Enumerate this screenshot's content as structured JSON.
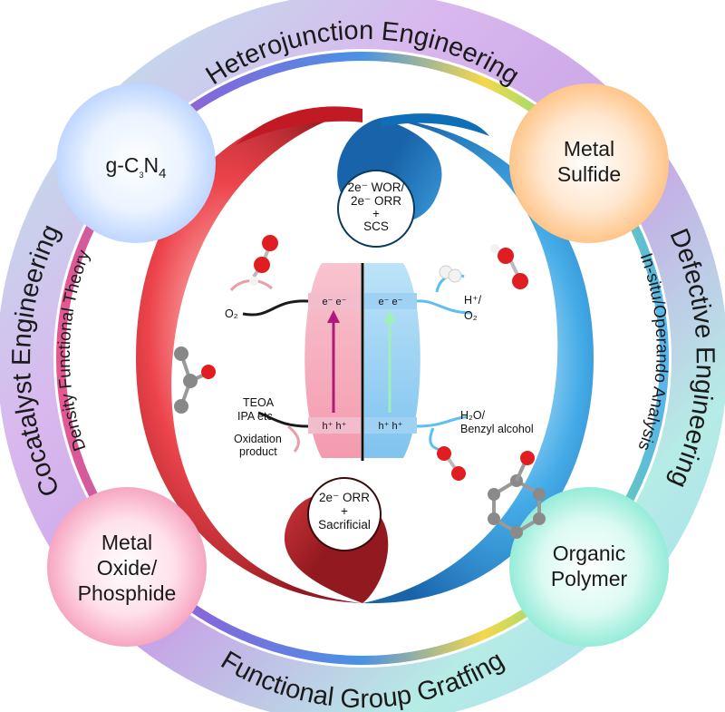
{
  "ring": {
    "top": "Heterojunction Engineering",
    "left": "Cocatalyst Engineering",
    "right": "Defective Engineering",
    "bottom": "Functional Group Gratfing"
  },
  "inner_ring": {
    "left": "Density Functional Theory",
    "right": "In-situ/Operando Analysis"
  },
  "circles": {
    "top_left": {
      "base": "g-C",
      "sub1": "3",
      "mid": "N",
      "sub2": "4"
    },
    "top_right": {
      "line1": "Metal",
      "line2": "Sulfide"
    },
    "bottom_left": {
      "line1": "Metal",
      "line2": "Oxide/",
      "line3": "Phosphide"
    },
    "bottom_right": {
      "line1": "Organic",
      "line2": "Polymer"
    }
  },
  "bubbles": {
    "top": {
      "line1": "2e⁻ WOR/",
      "line2": "2e⁻ ORR",
      "line3": "+",
      "line4": "SCS"
    },
    "bottom": {
      "line1": "2e⁻ ORR",
      "line2": "+",
      "line3": "Sacrificial"
    }
  },
  "reactions": {
    "o2_left": "O₂",
    "teoa": "TEOA",
    "ipa": "IPA etc.",
    "oxidation1": "Oxidation",
    "oxidation2": "product",
    "h_o2_top": "H⁺/",
    "h_o2_bottom": "O₂",
    "h2o": "H₂O/",
    "benzyl": "Benzyl alcohol"
  },
  "bands": {
    "left_cb": "e⁻  e⁻",
    "left_vb": "h⁺  h⁺",
    "right_cb": "e⁻  e⁻",
    "right_vb": "h⁺  h⁺"
  },
  "colors": {
    "red": "#d9262f",
    "blue": "#1b8fd6",
    "ring_purple": "#c9a8e8",
    "ring_cyan": "#9ee6ea",
    "pink_band": "#f5a9b8",
    "blue_band": "#8cc7ee"
  }
}
